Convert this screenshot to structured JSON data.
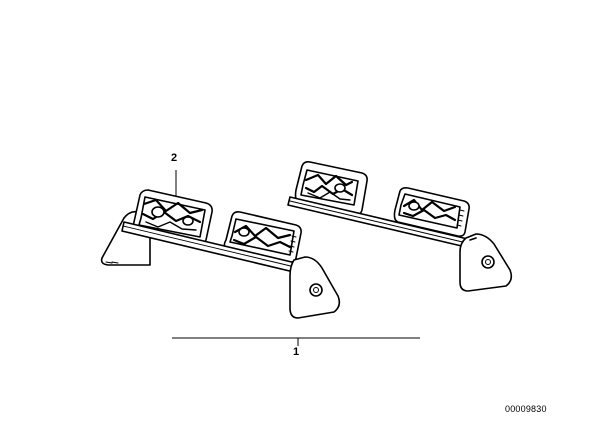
{
  "diagram": {
    "callouts": [
      {
        "id": "1",
        "label": "1"
      },
      {
        "id": "2",
        "label": "2"
      }
    ],
    "part_number": "00009830",
    "line_color": "#000000",
    "fill_color": "#ffffff"
  }
}
